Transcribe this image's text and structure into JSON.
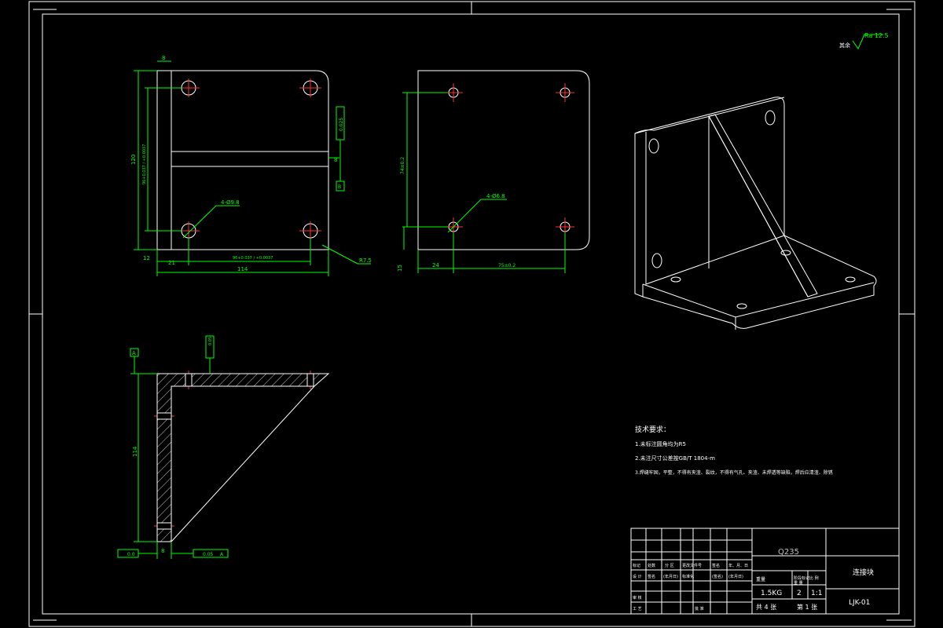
{
  "colors": {
    "background": "#000000",
    "outline": "#ffffff",
    "dimension": "#00ff00",
    "center": "#ff3030",
    "frame_text": "#ffffff"
  },
  "roughness": {
    "symbol": "Ra 12.5",
    "note": "其余"
  },
  "front_view": {
    "overall_height": "120",
    "bolt_height": "96+0.037 / +0.0037",
    "thickness_top": "8",
    "left_offset": "12",
    "hole_x": "21",
    "hole_span": "96+0.037 / +0.0037",
    "overall_width": "114",
    "hole_callout": "4-Ø9.8",
    "radius": "R7.5",
    "perp_tol": "0.025",
    "datum_b_label": "B",
    "rib_dim": "8"
  },
  "side_view": {
    "hole_height": "74±0.2",
    "hole_x": "24",
    "hole_span": "75±0.2",
    "bottom": "15",
    "hole_callout": "4-Ø6.8"
  },
  "section_view": {
    "datum_a": "A",
    "height": "114",
    "flatness_top": "0.05",
    "flatness_bottom": "0.0",
    "thickness": "8",
    "perp_bottom": "0.05",
    "perp_datum": "A"
  },
  "tech_requirements": {
    "title": "技术要求：",
    "items": [
      "1.未标注圆角均为R5",
      "2.未注尺寸公差按GB/T 1804-m",
      "3.焊缝牢固，平整，不得有夹渣、裂纹，不得有气孔、夹渣、未焊透等缺陷，焊后应清渣、除锈"
    ]
  },
  "title_block": {
    "material": "Q235",
    "part_name": "连接块",
    "mass": "1.5KG",
    "quantity": "2",
    "scale": "1:1",
    "sheets_total": "共 4 张",
    "sheet_no": "第 1 张",
    "drawing_no": "LJK-01",
    "header_row": [
      "标记",
      "处数",
      "分 区",
      "更改文件号",
      "签名",
      "年、月、日"
    ],
    "design_row": [
      "设 计",
      "签名",
      "(年月日)",
      "标准化",
      "(签名)",
      "(年月日)"
    ],
    "review_label": "审 核",
    "process_label": "工 艺",
    "approve_label": "批 准",
    "stage_labels": [
      "阶段标记",
      "重 量",
      "比 例"
    ],
    "mass_label": "重量"
  }
}
